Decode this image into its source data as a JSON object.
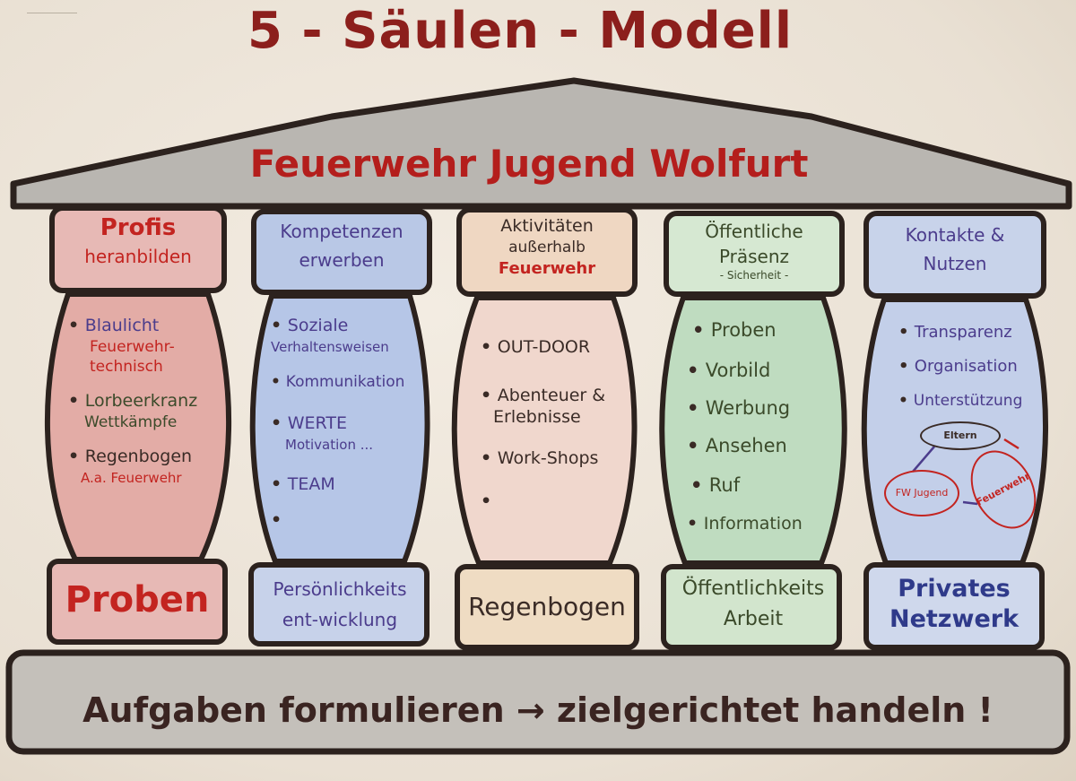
{
  "title": "5 - Säulen - Modell",
  "roof": "Feuerwehr Jugend Wolfurt",
  "columns": [
    {
      "capital": {
        "line1": "Profis",
        "line2": "heranbilden",
        "line3": ""
      },
      "items": [
        {
          "text": "Blaulicht",
          "sub": "Feuerwehr-technisch"
        },
        {
          "text": "Lorbeerkranz",
          "sub": "Wettkämpfe"
        },
        {
          "text": "Regenbogen",
          "sub": "A.a. Feuerwehr"
        }
      ],
      "base": "Proben"
    },
    {
      "capital": {
        "line1": "Kompetenzen",
        "line2": "erwerben",
        "line3": ""
      },
      "items": [
        {
          "text": "Soziale",
          "sub": "Verhaltensweisen"
        },
        {
          "text": "Kommunikation",
          "sub": ""
        },
        {
          "text": "WERTE",
          "sub": "Motivation ..."
        },
        {
          "text": "TEAM",
          "sub": ""
        },
        {
          "text": "",
          "sub": ""
        }
      ],
      "base": "Persönlichkeits ent-wicklung"
    },
    {
      "capital": {
        "line1": "Aktivitäten",
        "line2": "außerhalb",
        "line3": "Feuerwehr"
      },
      "items": [
        {
          "text": "OUT-DOOR",
          "sub": ""
        },
        {
          "text": "Abenteuer &",
          "sub": "Erlebnisse"
        },
        {
          "text": "Work-Shops",
          "sub": ""
        },
        {
          "text": "",
          "sub": ""
        }
      ],
      "base": "Regenbogen"
    },
    {
      "capital": {
        "line1": "Öffentliche",
        "line2": "Präsenz",
        "line3": "- Sicherheit -"
      },
      "items": [
        {
          "text": "Proben",
          "sub": ""
        },
        {
          "text": "Vorbild",
          "sub": ""
        },
        {
          "text": "Werbung",
          "sub": ""
        },
        {
          "text": "Ansehen",
          "sub": ""
        },
        {
          "text": "Ruf",
          "sub": ""
        },
        {
          "text": "Information",
          "sub": ""
        }
      ],
      "base": "Öffentlichkeits Arbeit"
    },
    {
      "capital": {
        "line1": "Kontakte &",
        "line2": "Nutzen",
        "line3": ""
      },
      "items": [
        {
          "text": "Transparenz",
          "sub": ""
        },
        {
          "text": "Organisation",
          "sub": ""
        },
        {
          "text": "Unterstützung",
          "sub": ""
        }
      ],
      "base": "Privates Netzwerk",
      "cycle": {
        "top": "Eltern",
        "left": "FW Jugend",
        "right": "Feuerwehr"
      }
    }
  ],
  "footer": "Aufgaben formulieren → zielgerichtet handeln !",
  "colors": {
    "ink": "#3a2b26",
    "red": "#c32420",
    "blue": "#4b3c8c",
    "roof_fill": "#b9b6b1",
    "col1": "#e7b9b5",
    "col2": "#b9c8e6",
    "col3": "#efd7c2",
    "col4": "#bfdcc0",
    "col5": "#c3cfe9"
  }
}
